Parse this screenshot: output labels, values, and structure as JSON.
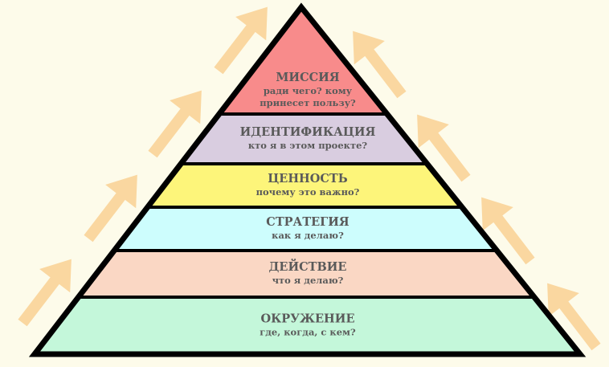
{
  "colors": {
    "background": "#fdfbea",
    "arrow": "#fad7a0",
    "outline": "#000000",
    "text": "#5a5a5a"
  },
  "levels": [
    {
      "title": "МИССИЯ",
      "subtitle_lines": [
        "ради чего? кому",
        "принесет пользу?"
      ],
      "color": "#f88b8b"
    },
    {
      "title": "ИДЕНТИФИКАЦИЯ",
      "subtitle_lines": [
        "кто я в этом проекте?"
      ],
      "color": "#d9cde0"
    },
    {
      "title": "ЦЕННОСТЬ",
      "subtitle_lines": [
        "почему это важно?"
      ],
      "color": "#fdf57a"
    },
    {
      "title": "СТРАТЕГИЯ",
      "subtitle_lines": [
        "как я делаю?"
      ],
      "color": "#cdfdfd"
    },
    {
      "title": "ДЕЙСТВИЕ",
      "subtitle_lines": [
        "что я делаю?"
      ],
      "color": "#fad7c4"
    },
    {
      "title": "ОКРУЖЕНИЕ",
      "subtitle_lines": [
        "где, когда, с кем?"
      ],
      "color": "#c4f7da"
    }
  ]
}
